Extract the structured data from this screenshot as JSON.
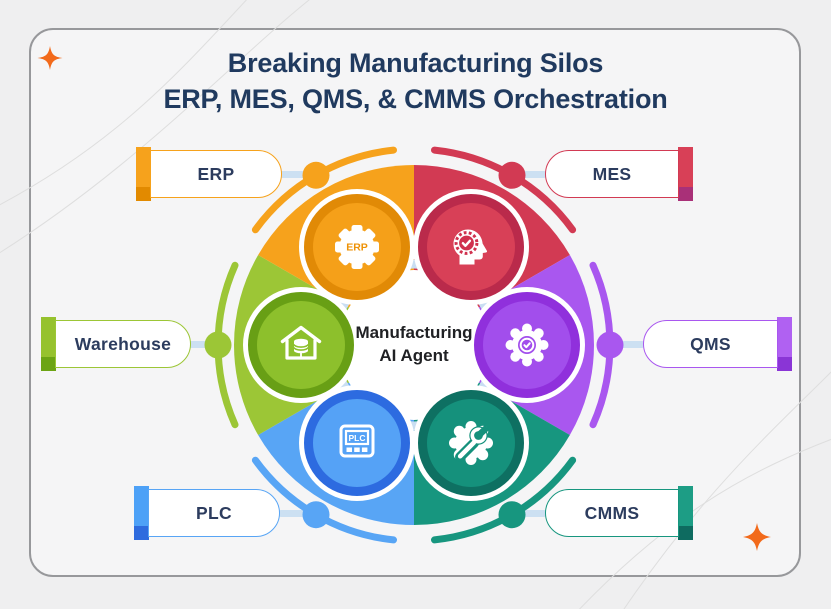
{
  "title": {
    "line1": "Breaking Manufacturing Silos",
    "line2": "ERP, MES, QMS, & CMMS Orchestration"
  },
  "hub": {
    "label_line1": "Manufacturing",
    "label_line2": "AI Agent"
  },
  "systems": [
    {
      "id": "erp",
      "label": "ERP",
      "color": "#F6A21C",
      "icon": "erp-gear-icon",
      "icon_text": "ERP"
    },
    {
      "id": "mes",
      "label": "MES",
      "color": "#D23A53",
      "icon": "mes-head-check-icon"
    },
    {
      "id": "qms",
      "label": "QMS",
      "color": "#A957EF",
      "icon": "qms-gear-check-icon"
    },
    {
      "id": "cmms",
      "label": "CMMS",
      "color": "#17967F",
      "icon": "cmms-gear-wrench-icon"
    },
    {
      "id": "plc",
      "label": "PLC",
      "color": "#58A5F5",
      "icon": "plc-controller-icon",
      "icon_text": "PLC"
    },
    {
      "id": "warehouse",
      "label": "Warehouse",
      "color": "#9CC636",
      "icon": "warehouse-database-icon"
    }
  ],
  "style": {
    "title_color": "#203A5F",
    "center_text_color": "#202124",
    "connector_color": "#CCE0F2",
    "card_border_color": "#97989B",
    "sparkle_color": "#F26A1B"
  }
}
